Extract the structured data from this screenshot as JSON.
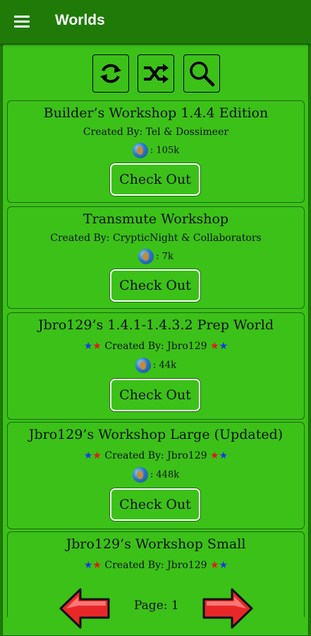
{
  "appbar": {
    "title": "Worlds",
    "menu_icon": "hamburger-menu-icon"
  },
  "toolbar": {
    "icons": [
      "refresh-icon",
      "shuffle-icon",
      "search-icon"
    ]
  },
  "worlds": [
    {
      "title": "Builder’s Workshop 1.4.4 Edition",
      "creator": "Created By:  Tel & Dossimeer",
      "starred": false,
      "count": ": 105k",
      "button": "Check Out"
    },
    {
      "title": "Transmute Workshop",
      "creator": "Created By:  CrypticNight & Collaborators",
      "starred": false,
      "count": ": 7k",
      "button": "Check Out"
    },
    {
      "title": "Jbro129’s 1.4.1-1.4.3.2 Prep World",
      "creator": "Created By: Jbro129",
      "starred": true,
      "count": ": 44k",
      "button": "Check Out"
    },
    {
      "title": "Jbro129’s Workshop Large (Updated)",
      "creator": "Created By: Jbro129",
      "starred": true,
      "count": ": 448k",
      "button": "Check Out"
    },
    {
      "title": "Jbro129’s Workshop Small",
      "creator": "Created By: Jbro129",
      "starred": true,
      "count": "",
      "button": ""
    }
  ],
  "stars": {
    "left": "★★",
    "right": "★★"
  },
  "pagination": {
    "label": "Page: 1",
    "prev_icon": "left-arrow-icon",
    "next_icon": "right-arrow-icon"
  },
  "colors": {
    "appbar": "#1f7a08",
    "panel": "#3cc119",
    "star_blue": "#1438e6",
    "star_red": "#e11818",
    "arrow_red": "#e82828"
  }
}
